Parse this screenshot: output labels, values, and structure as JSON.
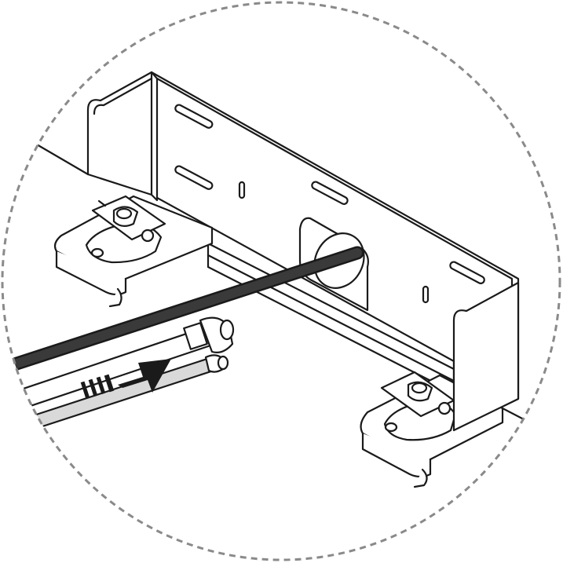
{
  "diagram": {
    "kind": "installation-detail",
    "annotations": [],
    "colors": {
      "line": "#1a1a1a",
      "fill": "#ffffff",
      "cable": "#2b2b2b",
      "dashed_circle": "#8a8a8a",
      "hose_shade": "#d9d9d9"
    },
    "icons": [
      "bracket",
      "rubber-mount",
      "cable",
      "hose",
      "direction-arrow"
    ]
  }
}
